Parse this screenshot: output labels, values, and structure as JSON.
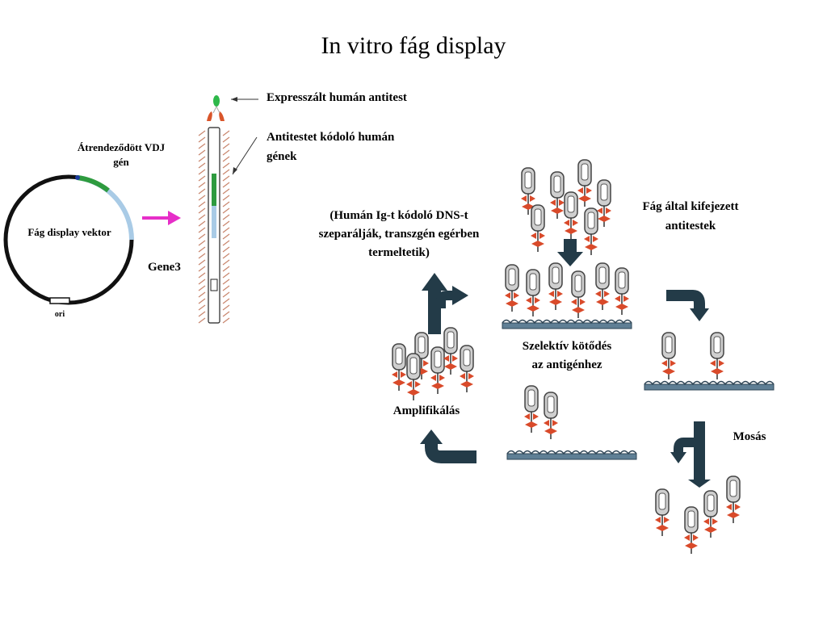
{
  "title": "In vitro fág display",
  "labels": {
    "vdj_line1": "Átrendeződött VDJ",
    "vdj_line2": "gén",
    "vector": "Fág display vektor",
    "ori": "ori",
    "gene3": "Gene3",
    "expressed_antibody": "Expresszált humán antitest",
    "coding_genes_line1": "Antitestet kódoló humán",
    "coding_genes_line2": "gének",
    "phage_expressed_line1": "Fág által kifejezett",
    "phage_expressed_line2": "antitestek",
    "human_ig_line1": "(Humán Ig-t kódoló DNS-t",
    "human_ig_line2": "szeparálják, transzgén egérben",
    "human_ig_line3": "termeltetik)",
    "selective_line1": "Szelektív kötődés",
    "selective_line2": "az antigénhez",
    "washing": "Mosás",
    "amplification": "Amplifikálás"
  },
  "colors": {
    "magenta_arrow": "#e62ec8",
    "dark_arrow": "#233b48",
    "vector_circle": "#111111",
    "vdj_segment": "#a9cbe6",
    "green_segment": "#2e9b3f",
    "phage_red": "#d94a2a",
    "surface": "#5f7f95"
  }
}
